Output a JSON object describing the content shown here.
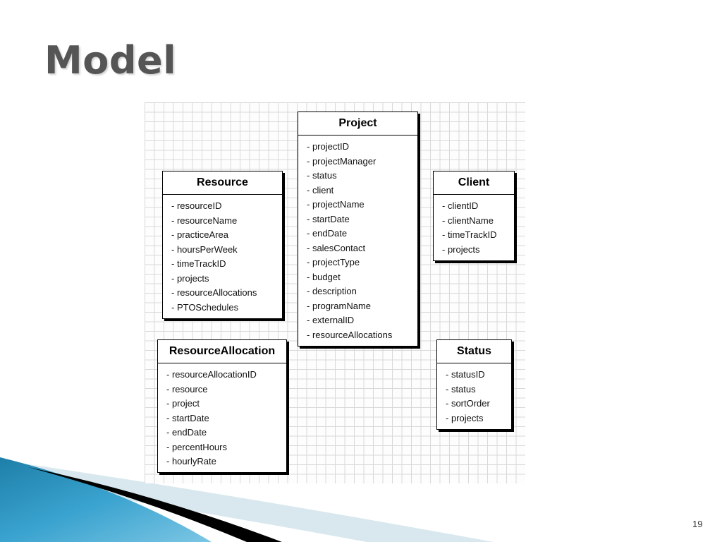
{
  "slide": {
    "title": "Model",
    "page_number": "19"
  },
  "diagram": {
    "entities": [
      {
        "key": "project",
        "name": "Project",
        "attributes": [
          "- projectID",
          "- projectManager",
          "- status",
          "- client",
          "- projectName",
          "- startDate",
          "- endDate",
          "- salesContact",
          "- projectType",
          "- budget",
          "- description",
          "- programName",
          "- externalID",
          "- resourceAllocations"
        ]
      },
      {
        "key": "resource",
        "name": "Resource",
        "attributes": [
          "- resourceID",
          "- resourceName",
          "- practiceArea",
          "- hoursPerWeek",
          "- timeTrackID",
          "- projects",
          "- resourceAllocations",
          "- PTOSchedules"
        ]
      },
      {
        "key": "client",
        "name": "Client",
        "attributes": [
          "- clientID",
          "- clientName",
          "- timeTrackID",
          "- projects"
        ]
      },
      {
        "key": "resource-allocation",
        "name": "ResourceAllocation",
        "attributes": [
          "- resourceAllocationID",
          "- resource",
          "- project",
          "- startDate",
          "- endDate",
          "- percentHours",
          "- hourlyRate"
        ]
      },
      {
        "key": "status",
        "name": "Status",
        "attributes": [
          "- statusID",
          "- status",
          "- sortOrder",
          "- projects"
        ]
      }
    ]
  },
  "colors": {
    "title": "#555555",
    "grid": "#d9d9d9",
    "swoosh_blue": "#3a9ec9",
    "swoosh_dark": "#000000",
    "swoosh_light": "#d7e7ef"
  }
}
